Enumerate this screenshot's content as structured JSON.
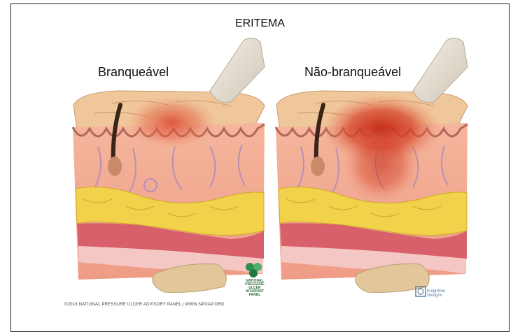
{
  "title": "ERITEMA",
  "panels": [
    {
      "label": "Branqueável"
    },
    {
      "label": "Não-branqueável"
    }
  ],
  "footer": {
    "copyright": "©2016 NATIONAL PRESSURE ULCER ADVISORY PANEL | WWW.NPUAP.ORG"
  },
  "logos": {
    "npuap": "NATIONAL PRESSURE ULCER ADVISORY PANEL",
    "knightline_1": "Knightline",
    "knightline_2": "Designs"
  },
  "colors": {
    "skin_top": "#f0c79a",
    "dermis": "#f3a58e",
    "erythema": "#d9442a",
    "fat": "#f2d24a",
    "muscle": "#d8606a",
    "bone": "#e3c79a",
    "logo_green": "#2f8f52",
    "logo_blue": "#5a7da5"
  }
}
